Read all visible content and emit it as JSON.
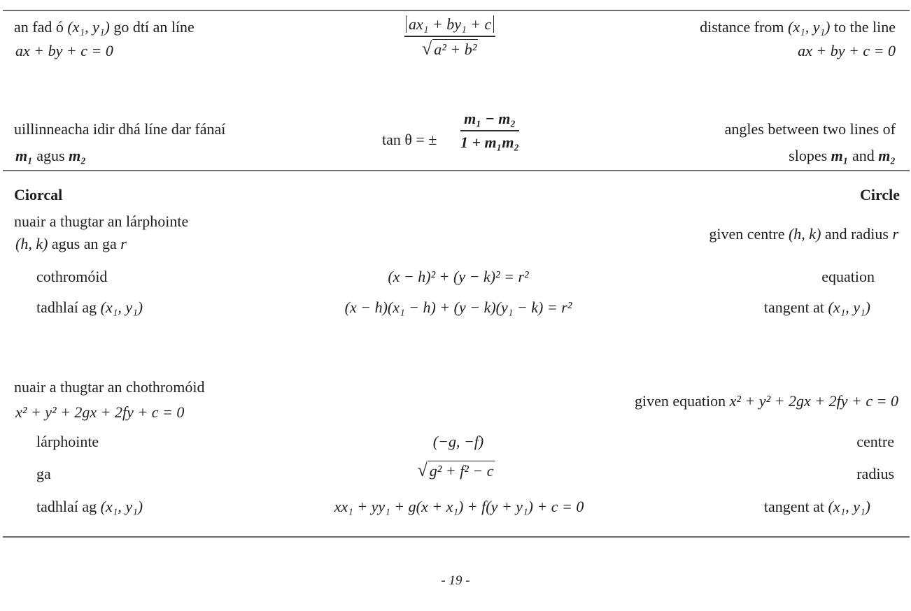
{
  "page": {
    "number_label": "- 19 -"
  },
  "sections": {
    "line": {
      "distance": {
        "ga_line1": "an fad ó",
        "ga_point": "(x₁, y₁)",
        "ga_line1_end": "go dtí an líne",
        "ga_line2": "ax + by + c = 0",
        "formula_numerator": "ax₁ + by₁ + c",
        "formula_denominator": "a² + b²",
        "en_line1": "distance from",
        "en_point": "(x₁, y₁)",
        "en_line1_end": "to the line",
        "en_line2": "ax + by + c = 0"
      },
      "angles": {
        "ga_line1": "uillinneacha idir dhá líne dar fánaí",
        "ga_line2_a": "m₁",
        "ga_line2_mid": "agus",
        "ga_line2_b": "m₂",
        "formula_lhs": "tan θ = ±",
        "formula_numerator": "m₁ − m₂",
        "formula_denominator": "1 + m₁m₂",
        "en_line1": "angles between two lines of",
        "en_line2_pre": "slopes",
        "en_line2_a": "m₁",
        "en_line2_mid": "and",
        "en_line2_b": "m₂"
      }
    },
    "circle": {
      "heading_ga": "Ciorcal",
      "heading_en": "Circle",
      "centre_radius": {
        "ga_line1": "nuair a thugtar an lárphointe",
        "ga_line2_math": "(h, k)",
        "ga_line2_text": "agus an ga",
        "ga_line2_r": "r",
        "en_text": "given centre",
        "en_math": "(h, k)",
        "en_text2": "and radius",
        "en_r": "r",
        "rows": [
          {
            "ga": "cothromóid",
            "ga_math": "",
            "formula": "(x − h)² + (y − k)² = r²",
            "en": "equation",
            "en_math": ""
          },
          {
            "ga": "tadhlaí ag",
            "ga_math": "(x₁, y₁)",
            "formula": "(x − h)(x₁ − h) + (y − k)(y₁ − k) = r²",
            "en": "tangent at",
            "en_math": "(x₁, y₁)"
          }
        ]
      },
      "general_equation": {
        "ga_line1": "nuair a thugtar an chothromóid",
        "ga_line2": "x² + y² + 2gx + 2fy + c = 0",
        "en_text": "given equation",
        "en_math": "x² + y² + 2gx + 2fy + c = 0",
        "rows": [
          {
            "ga": "lárphointe",
            "ga_math": "",
            "formula": "(−g, −f)",
            "en": "centre",
            "en_math": ""
          },
          {
            "ga": "ga",
            "ga_math": "",
            "formula": "g² + f² − c",
            "en": "radius",
            "en_math": ""
          },
          {
            "ga": "tadhlaí ag",
            "ga_math": "(x₁, y₁)",
            "formula": "xx₁ + yy₁ + g(x + x₁) + f(y + y₁) + c = 0",
            "en": "tangent at",
            "en_math": "(x₁, y₁)"
          }
        ]
      }
    }
  }
}
